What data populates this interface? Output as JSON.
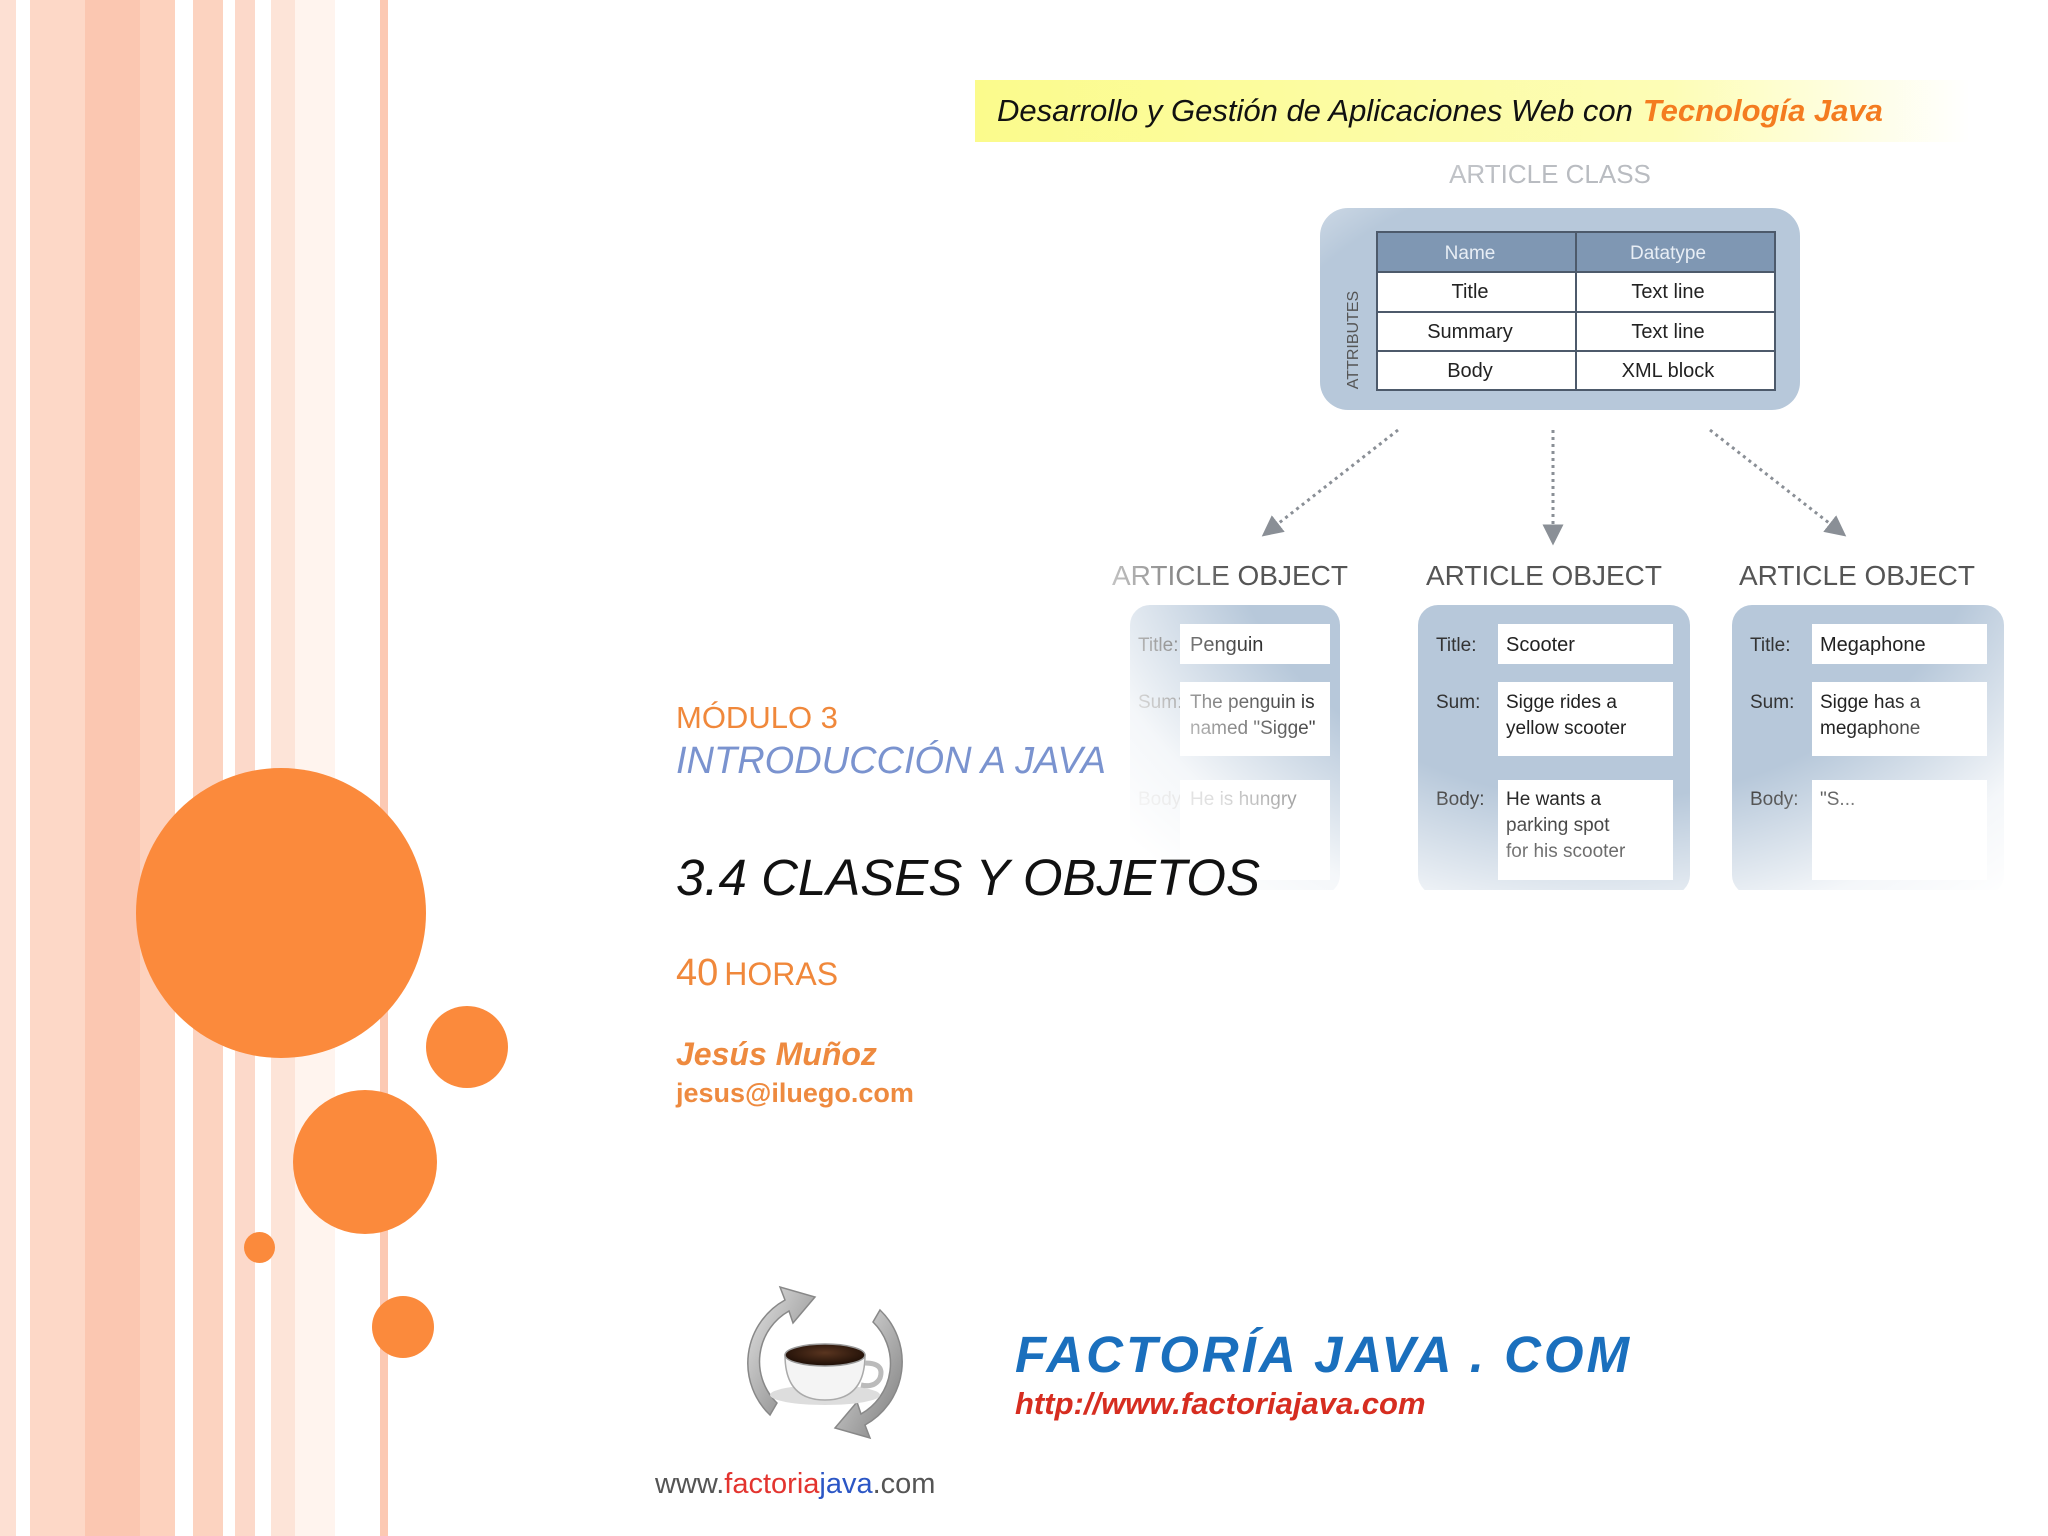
{
  "header": {
    "course_title": "Desarrollo y Gestión de Aplicaciones Web con",
    "course_accent": "Tecnología Java"
  },
  "diagram": {
    "class_heading": "ARTICLE CLASS",
    "attributes_label": "ATTRIBUTES",
    "columns": [
      "Name",
      "Datatype"
    ],
    "rows": [
      [
        "Title",
        "Text line"
      ],
      [
        "Summary",
        "Text line"
      ],
      [
        "Body",
        "XML block"
      ]
    ],
    "objects": [
      {
        "heading": "ARTICLE OBJECT",
        "title_label": "Title:",
        "title": "Penguin",
        "sum_label": "Sum:",
        "sum_1": "The penguin is",
        "sum_2": "named \"Sigge\"",
        "body_label": "Body:",
        "body_1": "He is hungry",
        "body_2": "",
        "body_3": ""
      },
      {
        "heading": "ARTICLE OBJECT",
        "title_label": "Title:",
        "title": "Scooter",
        "sum_label": "Sum:",
        "sum_1": "Sigge rides a",
        "sum_2": "yellow scooter",
        "body_label": "Body:",
        "body_1": "He wants a",
        "body_2": "parking spot",
        "body_3": "for his scooter"
      },
      {
        "heading": "ARTICLE OBJECT",
        "title_label": "Title:",
        "title": "Megaphone",
        "sum_label": "Sum:",
        "sum_1": "Sigge has a",
        "sum_2": "megaphone",
        "body_label": "Body:",
        "body_1": "\"S...",
        "body_2": "",
        "body_3": ""
      }
    ]
  },
  "slide": {
    "module": "MÓDULO 3",
    "intro": "INTRODUCCIÓN A JAVA",
    "title": "3.4 CLASES Y OBJETOS",
    "hours_num": "40",
    "hours_unit": "HORAS",
    "author": "Jesús Muñoz",
    "email": "jesus@iluego.com"
  },
  "footer": {
    "www": "www.",
    "factoria": "factoria",
    "java": "java",
    "com": ".com",
    "brand": "FACTORÍA JAVA . COM",
    "url": "http://www.factoriajava.com"
  },
  "colors": {
    "orange": "#fb8a3c",
    "stripe_pink": "#fcd5c5",
    "brand_blue": "#1a6fbd",
    "url_red": "#d62d20",
    "banner_yellow": "#fbfb8c"
  }
}
